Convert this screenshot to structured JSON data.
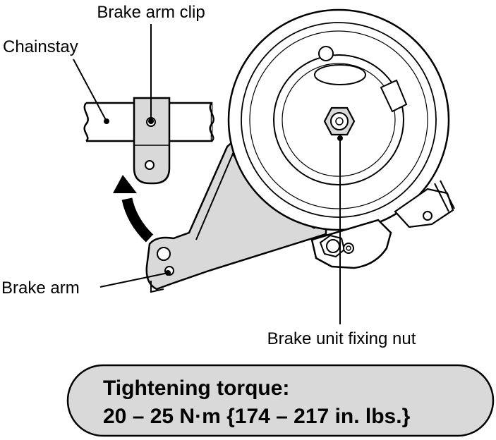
{
  "labels": {
    "brake_arm_clip": "Brake arm clip",
    "chainstay": "Chainstay",
    "brake_arm": "Brake arm",
    "brake_unit_fixing_nut": "Brake unit fixing nut"
  },
  "note": {
    "title": "Tightening torque:",
    "value": "20 – 25 N·m {174 – 217 in. lbs.}"
  },
  "colors": {
    "line": "#000000",
    "part_fill": "#d9d9d9",
    "background": "#ffffff"
  }
}
